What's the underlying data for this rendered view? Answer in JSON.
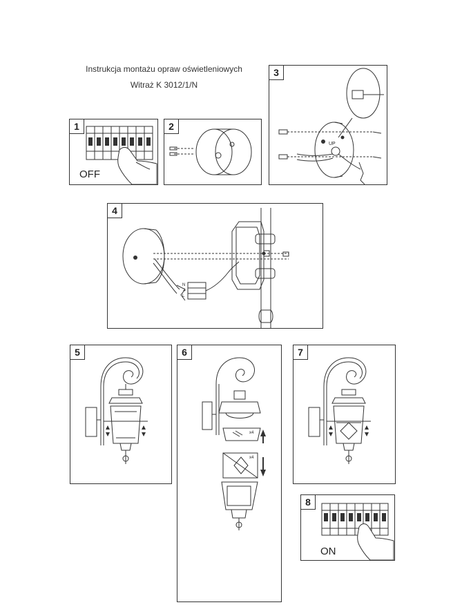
{
  "header": {
    "line1": "Instrukcja montażu opraw oświetleniowych",
    "line2": "Witraż K 3012/1/N"
  },
  "steps": [
    {
      "number": "1",
      "label": "OFF"
    },
    {
      "number": "2"
    },
    {
      "number": "3",
      "label": "UP"
    },
    {
      "number": "4",
      "terminals": [
        "N",
        "⏚",
        "L"
      ]
    },
    {
      "number": "5"
    },
    {
      "number": "6",
      "glass_count_top": "x4",
      "glass_count_bottom": "x4"
    },
    {
      "number": "7"
    },
    {
      "number": "8",
      "label": "ON"
    }
  ]
}
